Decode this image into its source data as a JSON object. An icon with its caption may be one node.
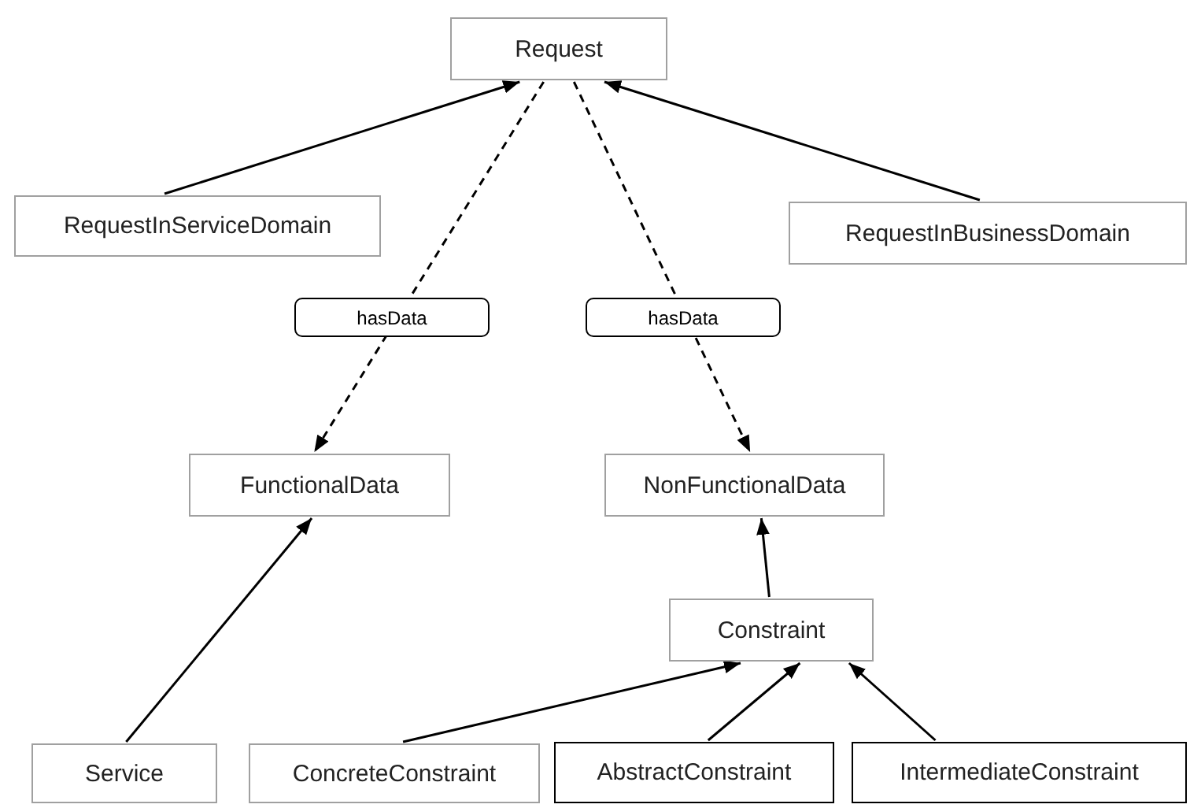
{
  "diagram": {
    "nodes": [
      {
        "text": [
          "Request"
        ]
      },
      {
        "text": [
          "RequestInServiceDomain"
        ]
      },
      {
        "text": [
          "RequestInBusinessDomain"
        ]
      },
      {
        "text": [
          "FunctionalData"
        ]
      },
      {
        "text": [
          "NonFunctionalData"
        ]
      },
      {
        "text": [
          "Constraint"
        ]
      },
      {
        "text": [
          "Service"
        ]
      },
      {
        "text": [
          "ConcreteConstraint"
        ]
      },
      {
        "text": [
          "AbstractConstraint"
        ]
      },
      {
        "text": [
          "IntermediateConstraint"
        ]
      }
    ],
    "edges": [
      {
        "from": 1,
        "to": 0,
        "arrow": "to"
      },
      {
        "from": 2,
        "to": 0,
        "arrow": "to"
      },
      {
        "from": 0,
        "to": 3,
        "arrow": "to",
        "label": "hasData",
        "style": "dashed"
      },
      {
        "from": 0,
        "to": 4,
        "arrow": "to",
        "label": "hasData",
        "style": "dashed"
      },
      {
        "from": 6,
        "to": 3,
        "arrow": "to"
      },
      {
        "from": 5,
        "to": 4,
        "arrow": "to"
      },
      {
        "from": 7,
        "to": 5,
        "arrow": "to"
      },
      {
        "from": 8,
        "to": 5,
        "arrow": "to"
      },
      {
        "from": 9,
        "to": 5,
        "arrow": "to"
      }
    ]
  }
}
